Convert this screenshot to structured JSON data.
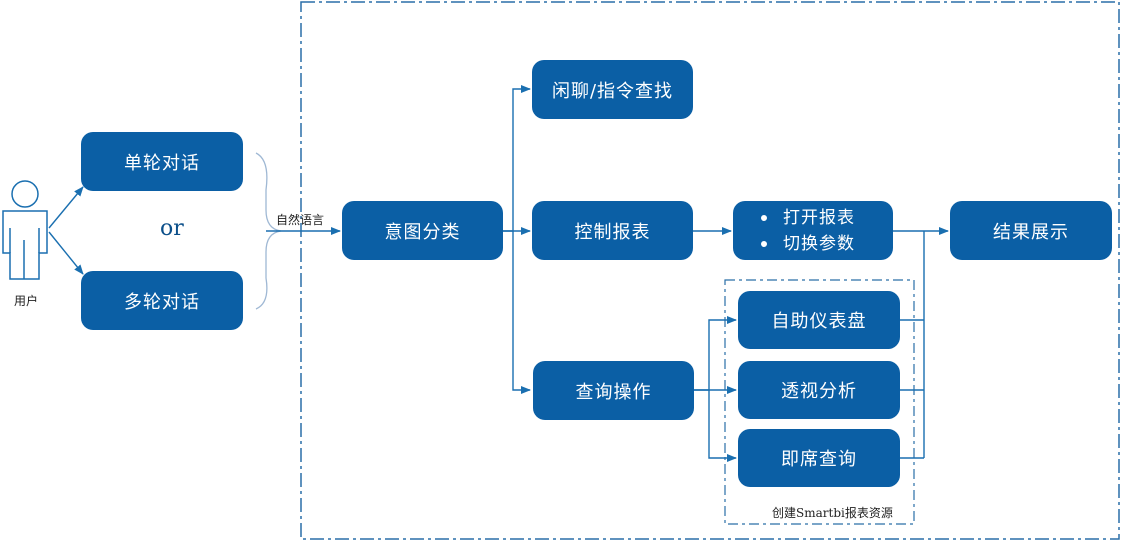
{
  "user": {
    "label": "用户"
  },
  "dialog": {
    "single": "单轮对话",
    "or": "or",
    "multi": "多轮对话",
    "input_label": "自然语言"
  },
  "intent": {
    "label": "意图分类"
  },
  "branches": {
    "chat": "闲聊/指令查找",
    "control": "控制报表",
    "query": "查询操作"
  },
  "control_actions": [
    "打开报表",
    "切换参数"
  ],
  "query_actions": {
    "dashboard": "自助仪表盘",
    "pivot": "透视分析",
    "adhoc": "即席查询",
    "group_label": "创建Smartbi报表资源"
  },
  "result": {
    "label": "结果展示"
  },
  "colors": {
    "node": "#0b5fa5",
    "line": "#1a6fb0",
    "dashed_border": "#2a6fa8"
  }
}
